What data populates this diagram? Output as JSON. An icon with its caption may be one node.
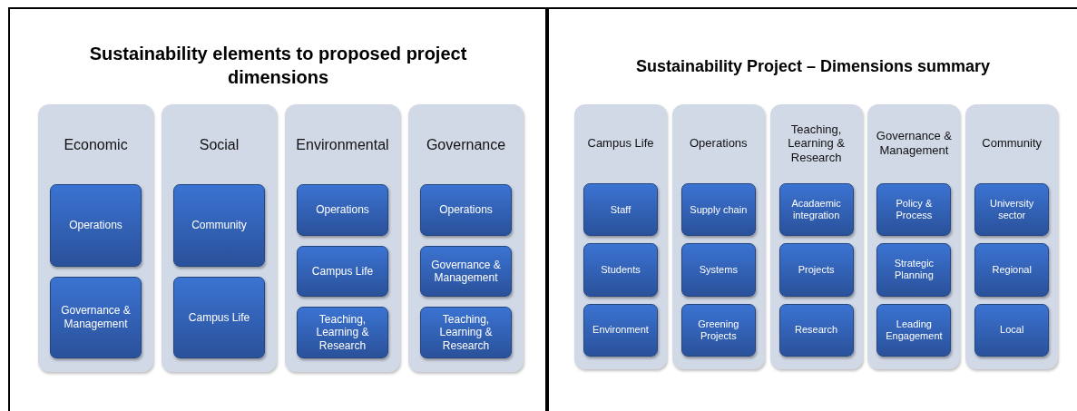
{
  "diagram": {
    "nodes": [
      {
        "text": [
          "Sustainability elements to proposed project dimensions"
        ]
      },
      {
        "text": [
          "Economic"
        ],
        "in": 0
      },
      {
        "text": [
          "Operations"
        ],
        "in": 1
      },
      {
        "text": [
          "Governance & Management"
        ],
        "in": 1
      },
      {
        "text": [
          "Social"
        ],
        "in": 0
      },
      {
        "text": [
          "Community"
        ],
        "in": 4
      },
      {
        "text": [
          "Campus Life"
        ],
        "in": 4
      },
      {
        "text": [
          "Environmental"
        ],
        "in": 0
      },
      {
        "text": [
          "Operations"
        ],
        "in": 7
      },
      {
        "text": [
          "Campus Life"
        ],
        "in": 7
      },
      {
        "text": [
          "Teaching, Learning & Research"
        ],
        "in": 7
      },
      {
        "text": [
          "Governance"
        ],
        "in": 0
      },
      {
        "text": [
          "Operations"
        ],
        "in": 11
      },
      {
        "text": [
          "Governance & Management"
        ],
        "in": 11
      },
      {
        "text": [
          "Teaching, Learning & Research"
        ],
        "in": 11
      },
      {
        "text": [
          "Sustainability Project – Dimensions summary"
        ]
      },
      {
        "text": [
          "Campus Life"
        ],
        "in": 15
      },
      {
        "text": [
          "Staff"
        ],
        "in": 16
      },
      {
        "text": [
          "Students"
        ],
        "in": 16
      },
      {
        "text": [
          "Environment"
        ],
        "in": 16
      },
      {
        "text": [
          "Operations"
        ],
        "in": 15
      },
      {
        "text": [
          "Supply chain"
        ],
        "in": 20
      },
      {
        "text": [
          "Systems"
        ],
        "in": 20
      },
      {
        "text": [
          "Greening Projects"
        ],
        "in": 20
      },
      {
        "text": [
          "Teaching, Learning & Research"
        ],
        "in": 15
      },
      {
        "text": [
          "Acadaemic integration"
        ],
        "in": 24
      },
      {
        "text": [
          "Projects"
        ],
        "in": 24
      },
      {
        "text": [
          "Research"
        ],
        "in": 24
      },
      {
        "text": [
          "Governance & Management"
        ],
        "in": 15
      },
      {
        "text": [
          "Policy & Process"
        ],
        "in": 28
      },
      {
        "text": [
          "Strategic Planning"
        ],
        "in": 28
      },
      {
        "text": [
          "Leading Engagement"
        ],
        "in": 28
      },
      {
        "text": [
          "Community"
        ],
        "in": 15
      },
      {
        "text": [
          "University sector"
        ],
        "in": 32
      },
      {
        "text": [
          "Regional"
        ],
        "in": 32
      },
      {
        "text": [
          "Local"
        ],
        "in": 32
      }
    ]
  }
}
